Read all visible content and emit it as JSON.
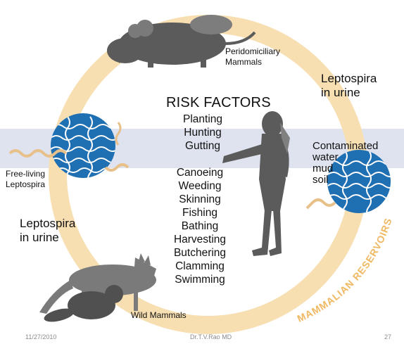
{
  "labels": {
    "peridomiciliary": "Peridomiciliary\nMammals",
    "leptospira_urine_right": "Leptospira\nin urine",
    "leptospira_urine_left": "Leptospira\nin urine",
    "contaminated": "Contaminated\nwater\nmud\nsoil",
    "free_living": "Free-living\nLeptospira",
    "wild_mammals": "Wild Mammals",
    "mammalian_reservoirs": "MAMMALIAN RESERVOIRS"
  },
  "risk_factors": {
    "title": "RISK FACTORS",
    "group_a": [
      "Planting",
      "Hunting",
      "Gutting"
    ],
    "group_b": [
      "Canoeing",
      "Weeding",
      "Skinning",
      "Fishing",
      "Bathing",
      "Harvesting",
      "Butchering",
      "Clamming",
      "Swimming"
    ]
  },
  "footer": {
    "date": "11/27/2010",
    "author": "Dr.T.V.Rao MD",
    "page": "27"
  },
  "colors": {
    "ring": "#f7dfb2",
    "band": "#dfe3ef",
    "silhouette": "#5b5b5b",
    "blob": "#1f6fb3",
    "bacteria": "#e8c08a",
    "reservoir_text": "#f0b861"
  },
  "icons": [
    "rat-icon",
    "human-silhouette-icon",
    "fox-icon",
    "beaver-icon",
    "bacteria-sphere-icon"
  ]
}
